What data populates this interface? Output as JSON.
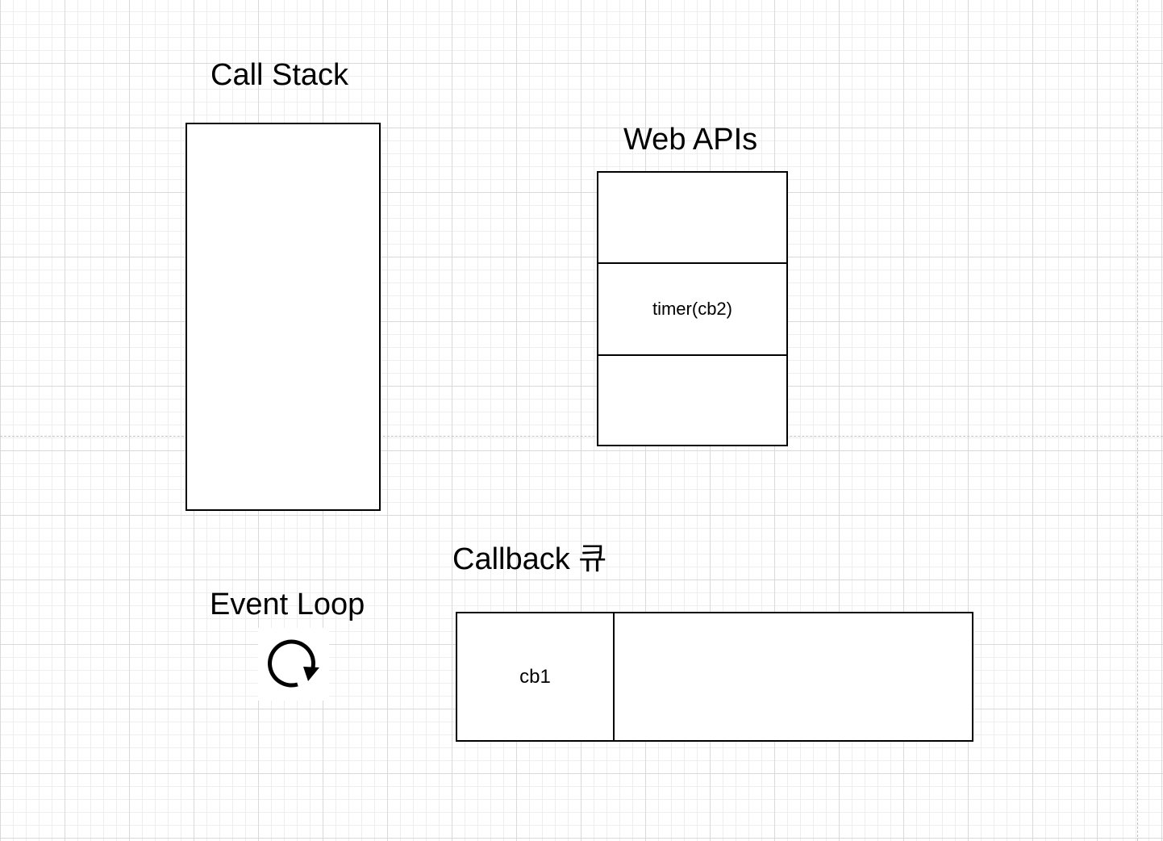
{
  "diagram": {
    "call_stack": {
      "title": "Call Stack",
      "items": []
    },
    "web_apis": {
      "title": "Web APIs",
      "slots": [
        "",
        "timer(cb2)",
        ""
      ]
    },
    "event_loop": {
      "title": "Event Loop",
      "icon": "refresh-loop-icon"
    },
    "callback_queue": {
      "title": "Callback 큐",
      "slots": [
        "cb1",
        ""
      ]
    }
  }
}
